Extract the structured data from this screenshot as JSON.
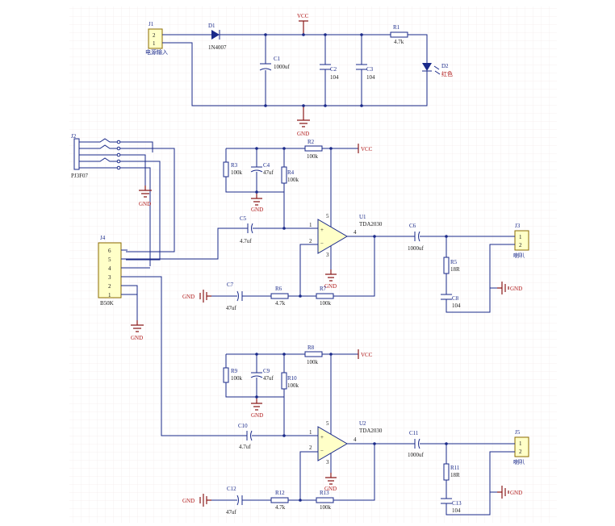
{
  "power": {
    "j1": {
      "ref": "J1",
      "pins": [
        "2",
        "1"
      ],
      "label": "电源输入"
    },
    "d1": {
      "ref": "D1",
      "value": "1N4007"
    },
    "vcc": "VCC",
    "c1": {
      "ref": "C1",
      "value": "1000uf"
    },
    "c2": {
      "ref": "C2",
      "value": "104"
    },
    "c3": {
      "ref": "C3",
      "value": "104"
    },
    "r1": {
      "ref": "R1",
      "value": "4.7k"
    },
    "d2": {
      "ref": "D2",
      "value": "红色"
    },
    "gnd": "GND"
  },
  "input": {
    "j2": {
      "ref": "J2",
      "value": "PJ3F07"
    },
    "gnd": "GND",
    "j4": {
      "ref": "J4",
      "value": "B50K",
      "pins": [
        "6",
        "5",
        "4",
        "3",
        "2",
        "1"
      ]
    },
    "gnd2": "GND"
  },
  "ch1": {
    "r2": {
      "ref": "R2",
      "value": "100k"
    },
    "vcc": "VCC",
    "r3": {
      "ref": "R3",
      "value": "100k"
    },
    "c4": {
      "ref": "C4",
      "value": "47uf"
    },
    "r4": {
      "ref": "R4",
      "value": "100k"
    },
    "c5": {
      "ref": "C5",
      "value": "4.7uf"
    },
    "u1": {
      "ref": "U1",
      "value": "TDA2030"
    },
    "pins": {
      "p1": "1",
      "p2": "2",
      "p3": "3",
      "p4": "4",
      "p5": "5"
    },
    "c6": {
      "ref": "C6",
      "value": "1000uf"
    },
    "j3": {
      "ref": "J3",
      "pins": [
        "1",
        "2"
      ],
      "label": "喇叭"
    },
    "r5": {
      "ref": "R5",
      "value": "18R"
    },
    "c8": {
      "ref": "C8",
      "value": "104"
    },
    "c7": {
      "ref": "C7",
      "value": "47uf"
    },
    "r6": {
      "ref": "R6",
      "value": "4.7k"
    },
    "r7": {
      "ref": "R7",
      "value": "100k"
    },
    "gnd": "GND"
  },
  "ch2": {
    "r8": {
      "ref": "R8",
      "value": "100k"
    },
    "vcc": "VCC",
    "r9": {
      "ref": "R9",
      "value": "100k"
    },
    "c9": {
      "ref": "C9",
      "value": "47uf"
    },
    "r10": {
      "ref": "R10",
      "value": "100k"
    },
    "c10": {
      "ref": "C10",
      "value": "4.7uf"
    },
    "u2": {
      "ref": "U2",
      "value": "TDA2030"
    },
    "pins": {
      "p1": "1",
      "p2": "2",
      "p3": "3",
      "p4": "4",
      "p5": "5"
    },
    "c11": {
      "ref": "C11",
      "value": "1000uf"
    },
    "j5": {
      "ref": "J5",
      "pins": [
        "1",
        "2"
      ],
      "label": "喇叭"
    },
    "r11": {
      "ref": "R11",
      "value": "18R"
    },
    "c13": {
      "ref": "C13",
      "value": "104"
    },
    "c12": {
      "ref": "C12",
      "value": "47uf"
    },
    "r12": {
      "ref": "R12",
      "value": "4.7k"
    },
    "r13": {
      "ref": "R13",
      "value": "100k"
    },
    "gnd": "GND"
  }
}
